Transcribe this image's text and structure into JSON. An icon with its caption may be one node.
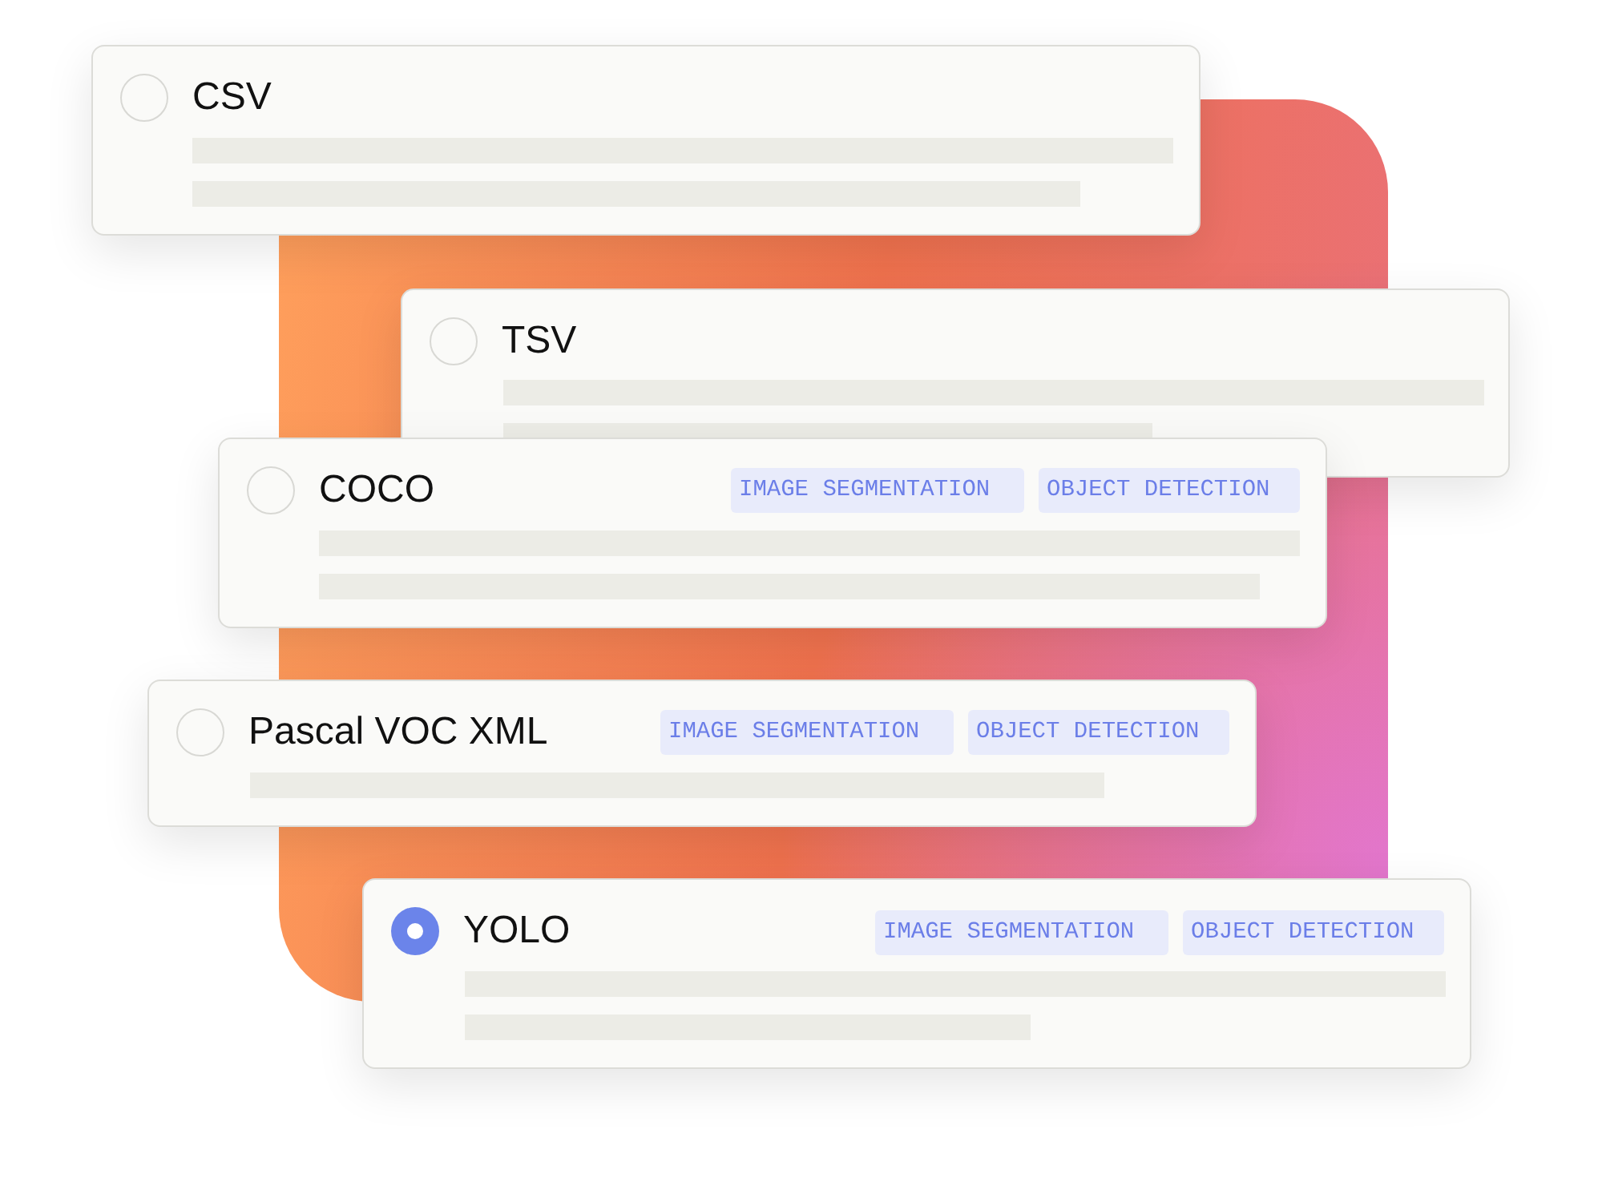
{
  "diagram": {
    "nodes": [
      {
        "text": [
          "CSV"
        ]
      },
      {
        "text": [
          "TSV"
        ]
      },
      {
        "text": [
          "COCO"
        ]
      },
      {
        "text": [
          "IMAGE SEGMENTATION"
        ],
        "in": 2
      },
      {
        "text": [
          "OBJECT DETECTION"
        ],
        "in": 2
      },
      {
        "text": [
          "Pascal VOC XML"
        ]
      },
      {
        "text": [
          "IMAGE SEGMENTATION"
        ],
        "in": 5
      },
      {
        "text": [
          "OBJECT DETECTION"
        ],
        "in": 5
      },
      {
        "text": [
          "YOLO"
        ]
      },
      {
        "text": [
          "IMAGE SEGMENTATION"
        ],
        "in": 8
      },
      {
        "text": [
          "OBJECT DETECTION"
        ],
        "in": 8
      }
    ],
    "edges": []
  }
}
